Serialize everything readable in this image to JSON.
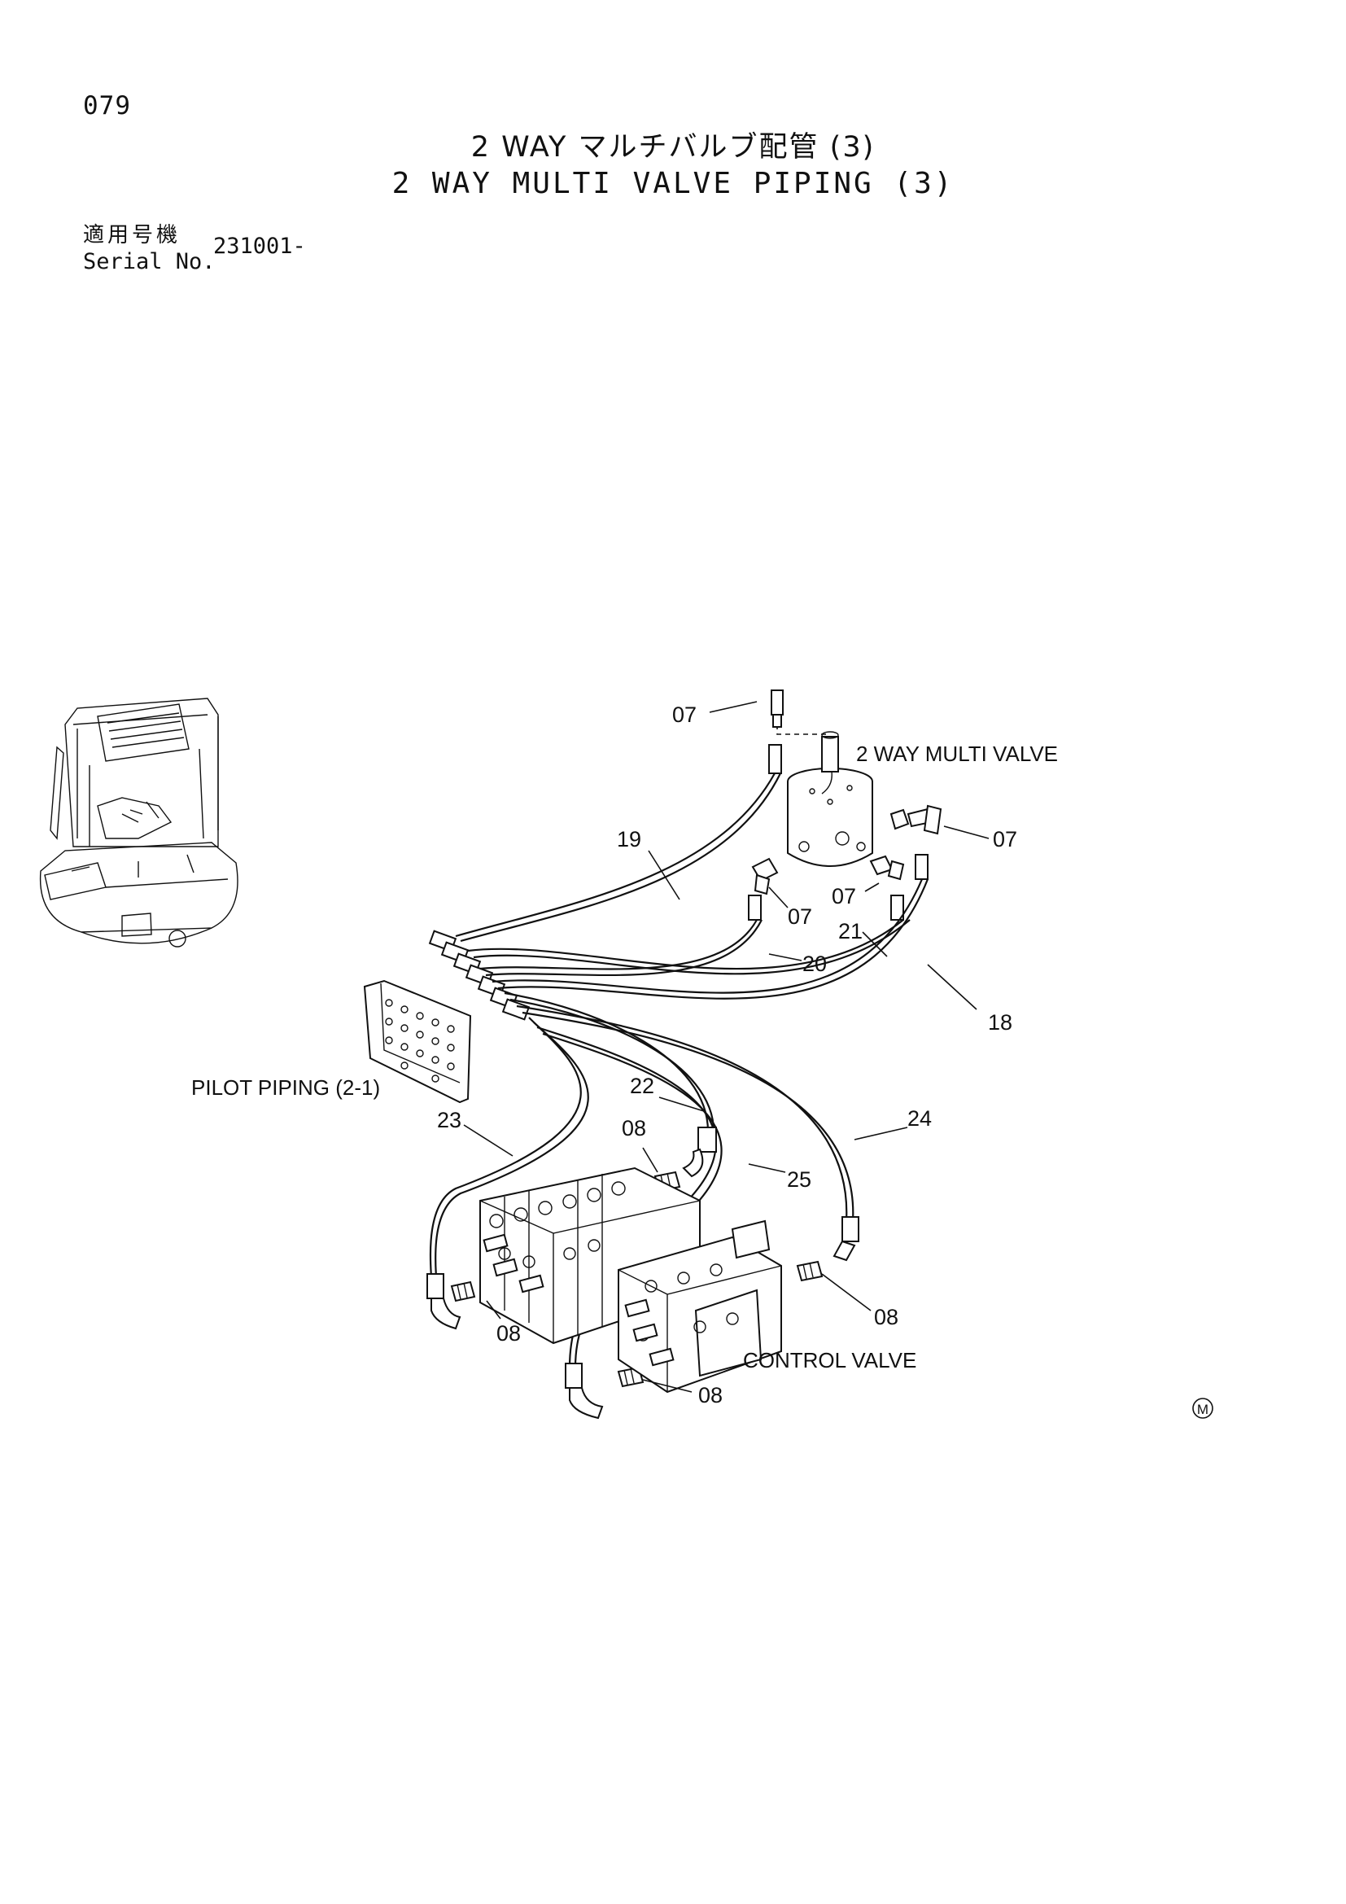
{
  "header": {
    "page_number": "079",
    "title_jp": "2 WAY マルチバルブ配管 (3)",
    "title_en": "2 WAY MULTI VALVE PIPING (3)",
    "serial_label_jp": "適用号機",
    "serial_label_en": "Serial No.",
    "serial_value": "231001-"
  },
  "diagram": {
    "components": {
      "multi_valve": "2 WAY MULTI VALVE",
      "pilot_piping": "PILOT PIPING (2-1)",
      "control_valve": "CONTROL VALVE"
    },
    "callouts": {
      "c07_top": "07",
      "c07_right": "07",
      "c07_left": "07",
      "c07_mid": "07",
      "c19": "19",
      "c20": "20",
      "c21": "21",
      "c18": "18",
      "c22": "22",
      "c23": "23",
      "c24": "24",
      "c25": "25",
      "c08_top": "08",
      "c08_left": "08",
      "c08_right": "08",
      "c08_bottom": "08"
    },
    "marker": "M"
  }
}
